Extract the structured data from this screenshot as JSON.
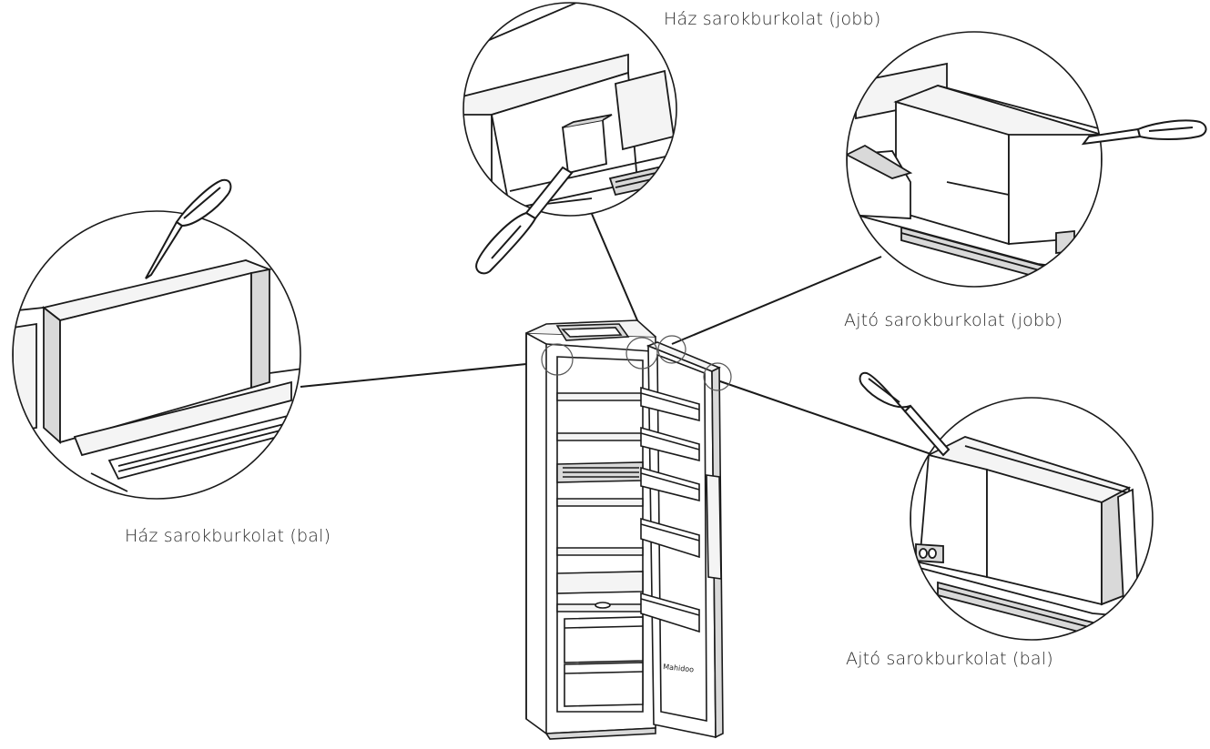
{
  "labels": {
    "house_corner_right": "Ház sarokburkolat (jobb)",
    "door_corner_right": "Ajtó sarokburkolat (jobb)",
    "house_corner_left": "Ház sarokburkolat (bal)",
    "door_corner_left": "Ajtó sarokburkolat (bal)"
  },
  "fridge": {
    "brand_mark": "Mahidoo"
  },
  "colors": {
    "line": "#1a1a1a",
    "background": "#ffffff",
    "fill_light": "#f4f4f4",
    "fill_mid": "#d9d9d9"
  },
  "icons": [
    "screwdriver-icon",
    "refrigerator-drawing",
    "magnifier-circle"
  ]
}
